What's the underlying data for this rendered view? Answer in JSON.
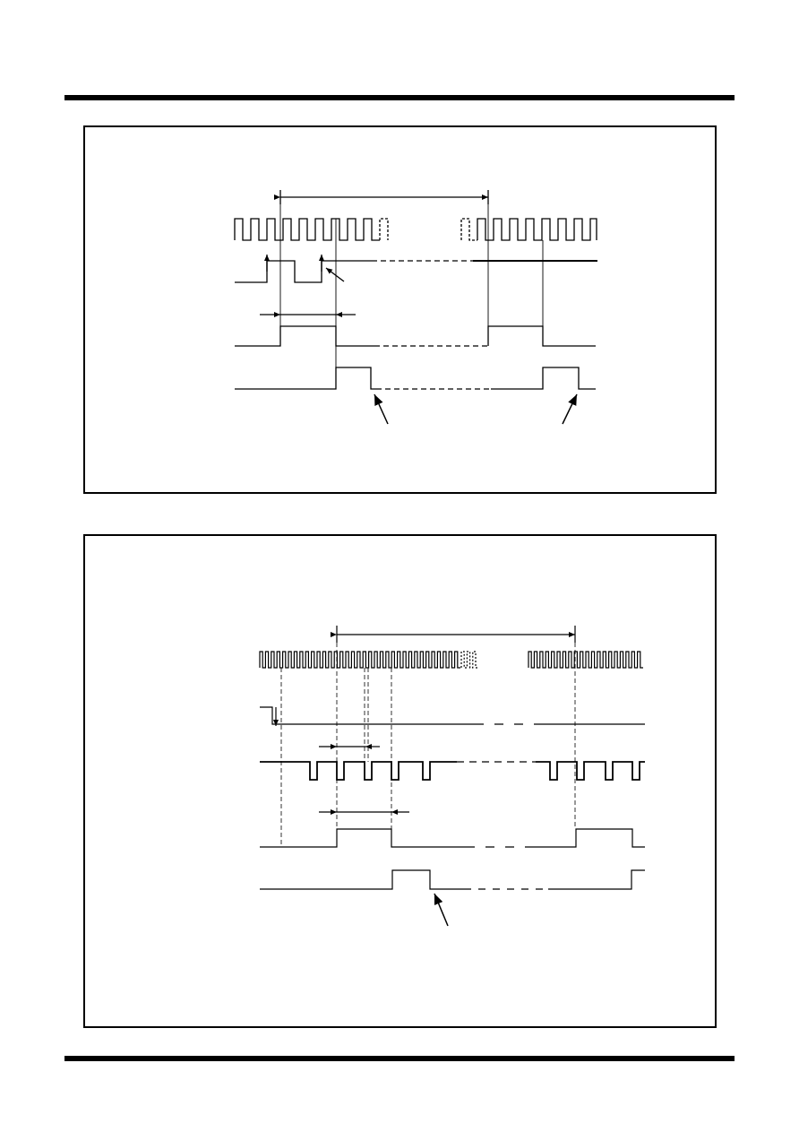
{
  "page": {
    "ink_color": "#000000",
    "background_color": "#ffffff"
  },
  "diagrams": [
    {
      "name": "timing-diagram-1",
      "waveforms": [
        "clock",
        "signal-a",
        "signal-b",
        "signal-c"
      ],
      "interval_markers": [
        "period-span",
        "pulse-width-span"
      ],
      "pointer_arrows": 3
    },
    {
      "name": "timing-diagram-2",
      "waveforms": [
        "clock",
        "signal-a",
        "signal-b",
        "signal-c",
        "signal-d"
      ],
      "interval_markers": [
        "period-span",
        "pulse-spacing-span",
        "pulse-width-span"
      ],
      "pointer_arrows": 1
    }
  ]
}
